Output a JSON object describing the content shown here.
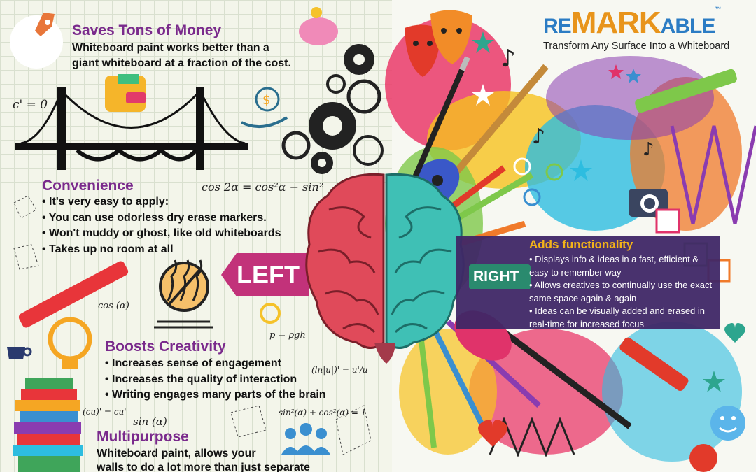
{
  "logo": {
    "part1": "RE",
    "part2": "MARK",
    "part3": "ABLE",
    "tm": "™"
  },
  "tagline": "Transform Any Surface Into a Whiteboard",
  "sections": {
    "money": {
      "title": "Saves Tons of Money",
      "text_line1": "Whiteboard paint works better than a",
      "text_line2": "giant whiteboard at a fraction of the cost."
    },
    "convenience": {
      "title": "Convenience",
      "items": [
        "It's very easy to apply:",
        "You can use odorless dry erase markers.",
        "Won't muddy or ghost, like old whiteboards",
        "Takes up no room at all"
      ]
    },
    "creativity": {
      "title": "Boosts Creativity",
      "items": [
        "Increases sense of engagement",
        "Increases the quality of interaction",
        "Writing engages many parts of the brain"
      ]
    },
    "multipurpose": {
      "title": "Multipurpose",
      "text_line1": "Whiteboard paint, allows your",
      "text_line2": "walls to do a lot more than just separate"
    },
    "functionality": {
      "title": "Adds functionality",
      "items": [
        "Displays info & ideas in a fast, efficient & easy to remember way",
        "Allows creatives to continually use the exact same space again & again",
        "Ideas can be visually added and erased in real-time for increased focus"
      ]
    }
  },
  "brain_labels": {
    "left": "LEFT",
    "right": "RIGHT"
  },
  "math": {
    "m1": "c' = 0",
    "m2": "cos 2α = cos²α − sin²",
    "m3": "cos (α)",
    "m4": "p = ρgh",
    "m5": "(ln|u|)' = u'/u",
    "m6": "(cu)' = cu'",
    "m7": "sin (α)",
    "m8": "sin²(α) + cos²(α) = 1"
  },
  "icons": [
    "rocket-icon",
    "wallet-icon",
    "piggy-bank-icon",
    "money-hand-icon",
    "gears-icon",
    "bridge-icon",
    "no-smell-icon",
    "lightbulb-icon",
    "coffee-cup-icon",
    "books-icon",
    "people-icon",
    "comedy-tragedy-masks-icon",
    "guitar-icon",
    "paintbrush-icon",
    "camera-icon",
    "music-note-icon",
    "smiley-icon",
    "heart-icon",
    "star-icon",
    "marker-icon",
    "pencil-icon"
  ],
  "colors": {
    "heading_purple": "#7a2a8c",
    "left_tag": "#c2327a",
    "right_tag": "#2a8a6e",
    "panel": "#3f2766",
    "functionality_title": "#f3b319",
    "logo_blue": "#2b7cc4",
    "logo_orange": "#e8941b"
  }
}
